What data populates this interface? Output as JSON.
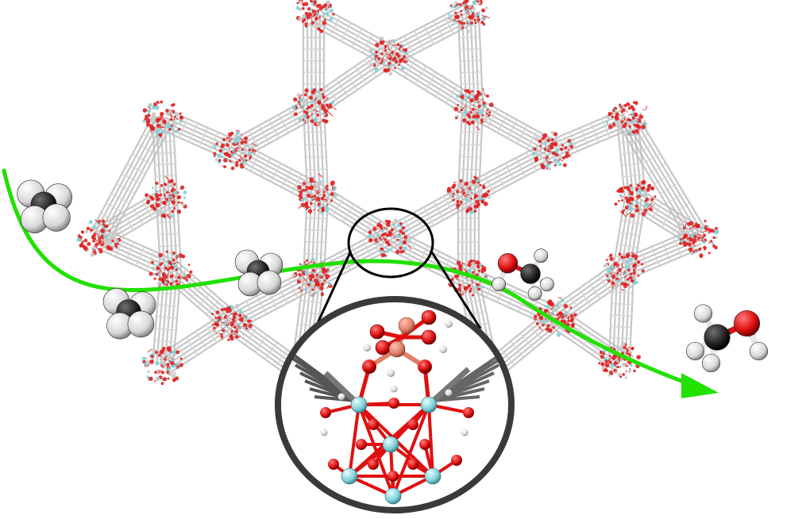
{
  "figure": {
    "framework": {
      "strut_color": "#bdbdbd",
      "oxygen_color": "#e02020",
      "metal_color": "#7fd0d8"
    },
    "pathway": {
      "color": "#22e000"
    },
    "zoom": {
      "outline_color": "#000000",
      "inset_ring_color": "#3a3a3a"
    },
    "molecules": [
      {
        "id": "methane-1",
        "type": "methane"
      },
      {
        "id": "methane-2",
        "type": "methane"
      },
      {
        "id": "methane-3",
        "type": "methane"
      },
      {
        "id": "methanol-1",
        "type": "methanol"
      },
      {
        "id": "methanol-2",
        "type": "methanol"
      }
    ],
    "atom_colors": {
      "carbon": "#2a2a2a",
      "hydrogen": "#e6e6e6",
      "oxygen": "#dd1111",
      "copper": "#e0806a",
      "zirconium": "#7fd0d8"
    }
  }
}
